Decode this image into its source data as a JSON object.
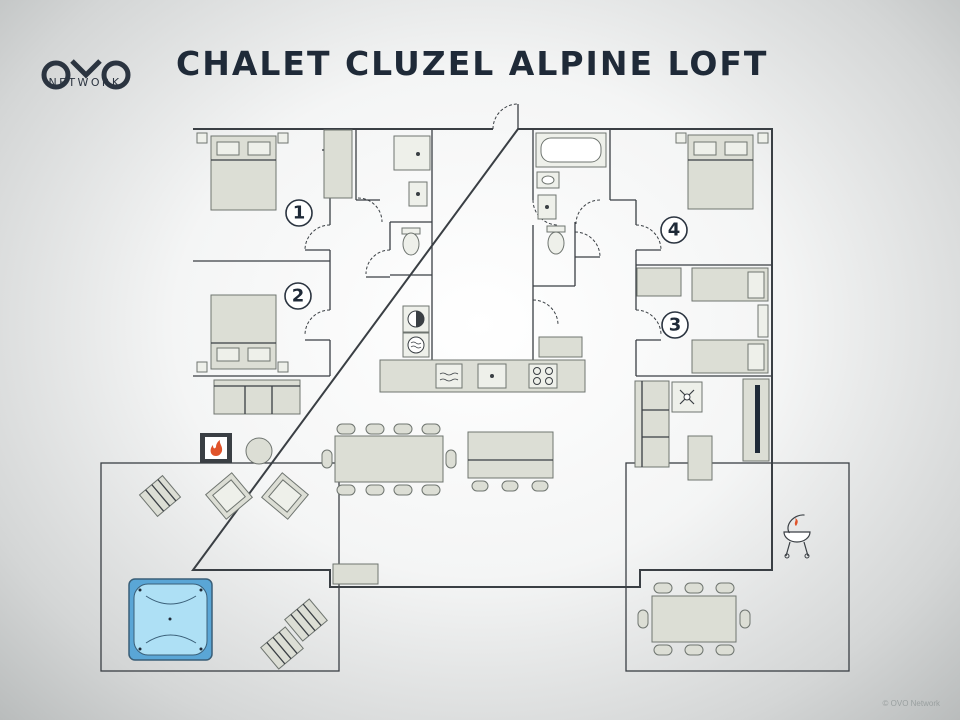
{
  "brand": {
    "logo_text": "OVO",
    "wordmark": "NETWORK"
  },
  "title": "CHALET CLUZEL ALPINE LOFT",
  "rooms": {
    "bedroom_1": "1",
    "bedroom_2": "2",
    "bedroom_3": "3",
    "bedroom_4": "4"
  },
  "credit": "© OVO Network",
  "colors": {
    "title": "#1f2a38",
    "walls": "#3a3f44",
    "furniture": "#dcded5",
    "hot_tub": "#7fbfe6",
    "fire": "#e0532a"
  },
  "icons": [
    "fireplace-icon",
    "hot-tub-icon",
    "barbecue-icon",
    "toilet-icon",
    "washing-machine-icon",
    "dryer-icon",
    "sink-icon",
    "cooktop-icon",
    "oven-icon",
    "tv-icon"
  ]
}
